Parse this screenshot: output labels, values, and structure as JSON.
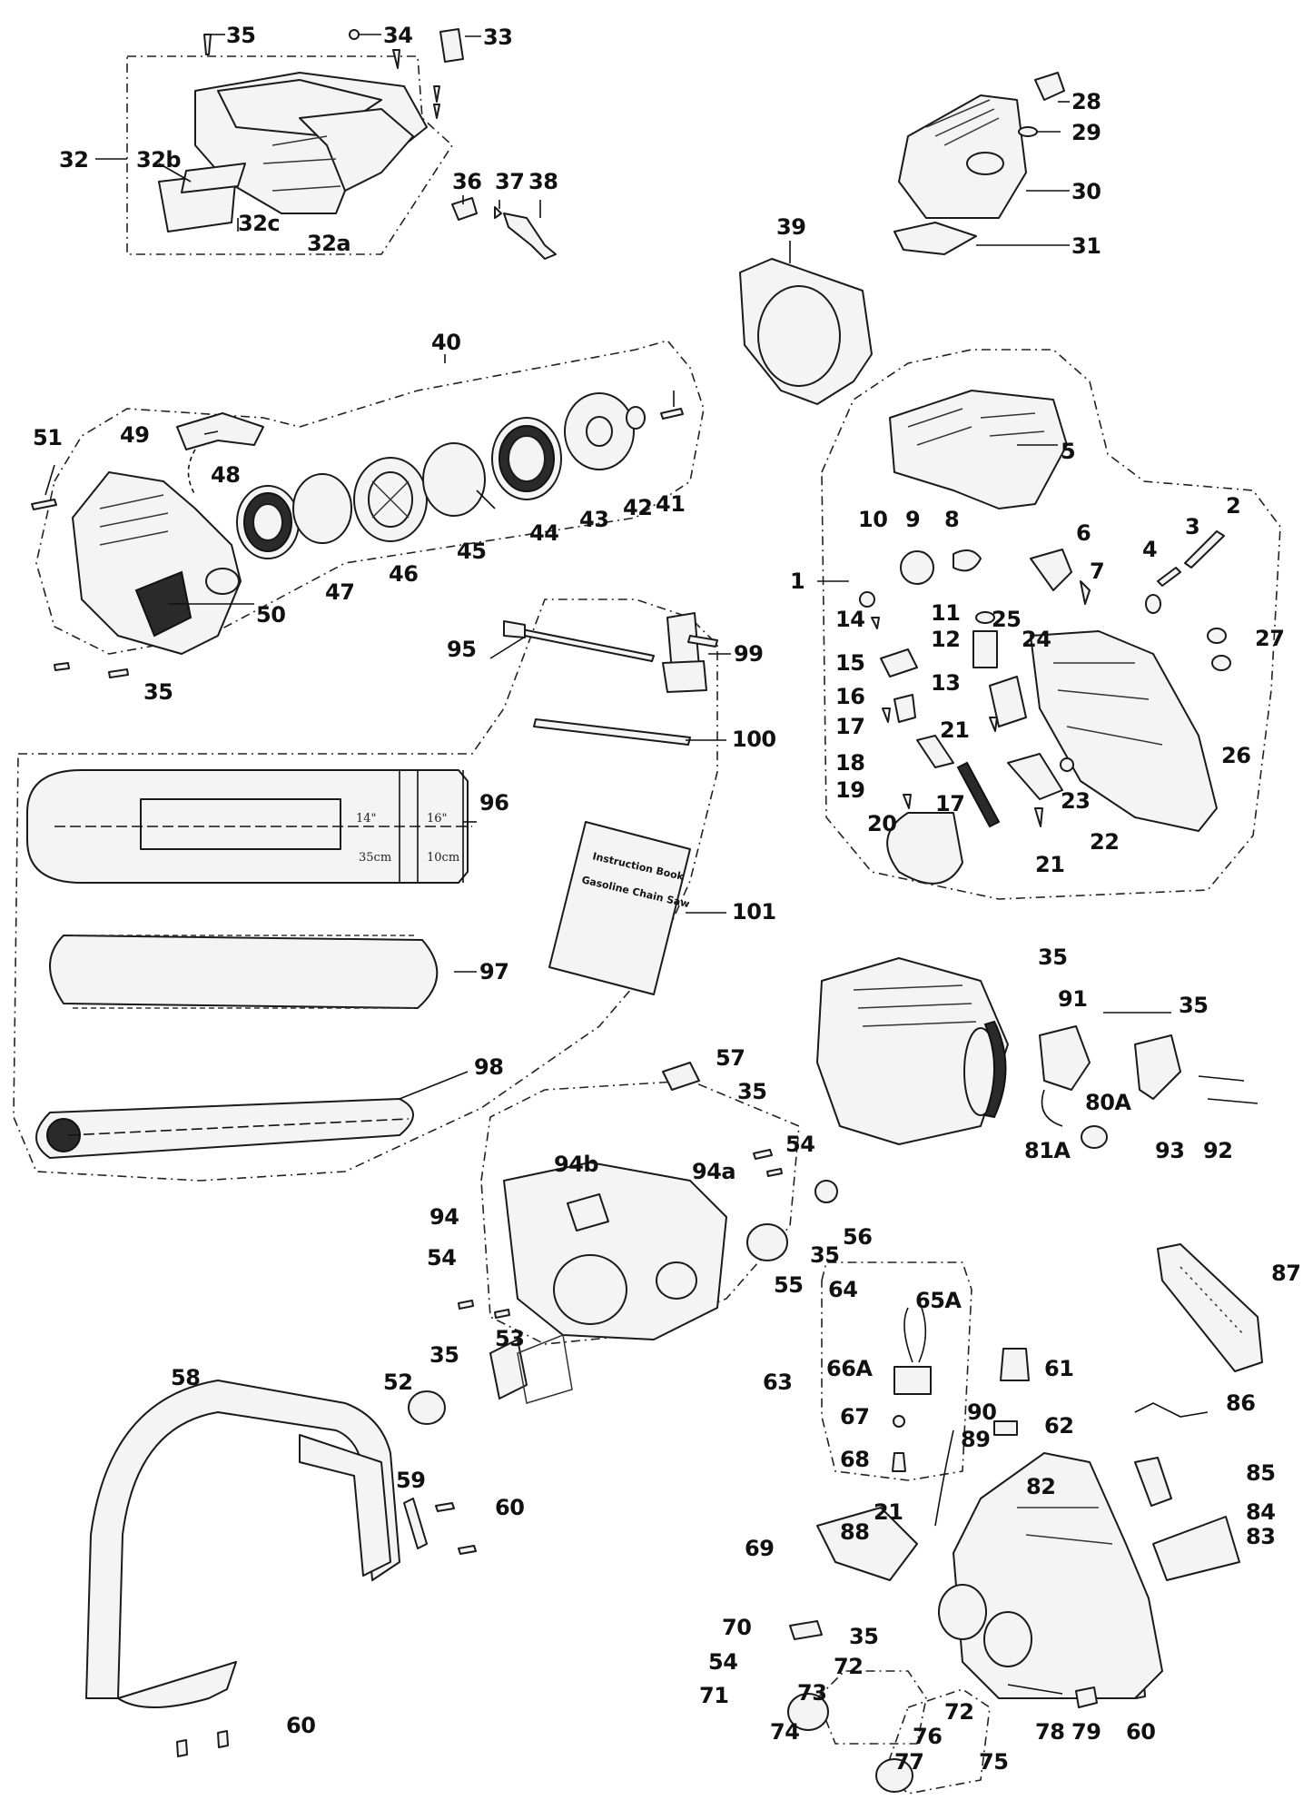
{
  "callouts": {
    "c35": "35",
    "c34": "34",
    "c33": "33",
    "c32": "32",
    "c32a": "32a",
    "c32b": "32b",
    "c32c": "32c",
    "c36": "36",
    "c37": "37",
    "c38": "38",
    "c28": "28",
    "c29": "29",
    "c30": "30",
    "c31": "31",
    "c39": "39",
    "c40": "40",
    "c41": "41",
    "c42": "42",
    "c43": "43",
    "c44": "44",
    "c45": "45",
    "c46": "46",
    "c47": "47",
    "c48": "48",
    "c49": "49",
    "c50": "50",
    "c51": "51",
    "c1": "1",
    "c2": "2",
    "c3": "3",
    "c4": "4",
    "c5": "5",
    "c6": "6",
    "c7": "7",
    "c8": "8",
    "c9": "9",
    "c10": "10",
    "c11": "11",
    "c12": "12",
    "c13": "13",
    "c14": "14",
    "c15": "15",
    "c16": "16",
    "c17": "17",
    "c18": "18",
    "c19": "19",
    "c20": "20",
    "c21": "21",
    "c22": "22",
    "c23": "23",
    "c24": "24",
    "c25": "25",
    "c26": "26",
    "c27": "27",
    "c95": "95",
    "c96": "96",
    "c97": "97",
    "c98": "98",
    "c99": "99",
    "c100": "100",
    "c101": "101",
    "c91": "91",
    "c92": "92",
    "c93": "93",
    "c80A": "80A",
    "c81A": "81A",
    "c57": "57",
    "c54": "54",
    "c55": "55",
    "c56": "56",
    "c94": "94",
    "c94a": "94a",
    "c94b": "94b",
    "c52": "52",
    "c53": "53",
    "c58": "58",
    "c59": "59",
    "c60": "60",
    "c61": "61",
    "c62": "62",
    "c63": "63",
    "c64": "64",
    "c65A": "65A",
    "c66A": "66A",
    "c67": "67",
    "c68": "68",
    "c69": "69",
    "c70": "70",
    "c71": "71",
    "c72": "72",
    "c73": "73",
    "c74": "74",
    "c75": "75",
    "c76": "76",
    "c77": "77",
    "c78": "78",
    "c79": "79",
    "c82": "82",
    "c83": "83",
    "c84": "84",
    "c85": "85",
    "c86": "86",
    "c87": "87",
    "c88": "88",
    "c89": "89",
    "c90": "90"
  },
  "bar_marks": {
    "len14": "14\"",
    "len16": "16\"",
    "cm35": "35cm",
    "cm10": "10cm"
  },
  "manual": {
    "line1": "Instruction Book",
    "line2": "Gasoline Chain Saw"
  }
}
